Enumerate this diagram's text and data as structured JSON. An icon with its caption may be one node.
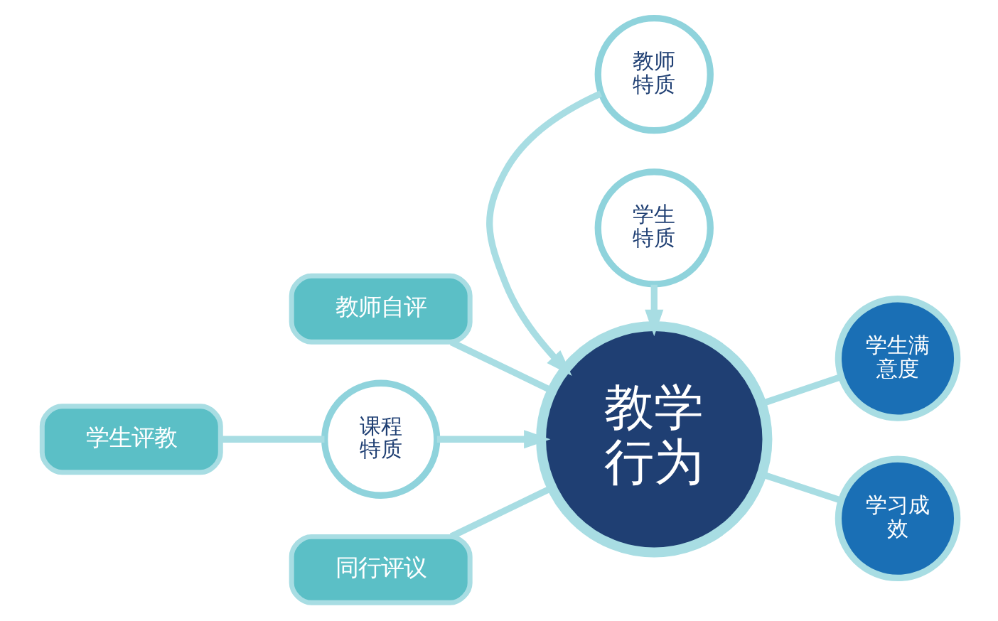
{
  "diagram": {
    "nodes": [
      {
        "text": [
          "教师特质"
        ]
      },
      {
        "text": [
          "教师自评"
        ]
      },
      {
        "text": [
          "学生满意度"
        ]
      },
      {
        "text": [
          "学生评教"
        ]
      },
      {
        "text": [
          "课程特质"
        ]
      },
      {
        "text": [
          "教学行为"
        ]
      },
      {
        "text": [
          "学习成效"
        ]
      },
      {
        "text": [
          "同行评议"
        ]
      },
      {
        "text": [
          "学生特质"
        ]
      }
    ],
    "edges": [
      {
        "from": 0,
        "to": 5,
        "arrow": "to"
      },
      {
        "from": 1,
        "to": 5,
        "arrow": "none"
      },
      {
        "from": 3,
        "to": 4,
        "arrow": "none"
      },
      {
        "from": 4,
        "to": 5,
        "arrow": "to"
      },
      {
        "from": 7,
        "to": 5,
        "arrow": "none"
      },
      {
        "from": 8,
        "to": 5,
        "arrow": "to"
      },
      {
        "from": 5,
        "to": 2,
        "arrow": "none"
      },
      {
        "from": 5,
        "to": 6,
        "arrow": "none"
      }
    ]
  }
}
